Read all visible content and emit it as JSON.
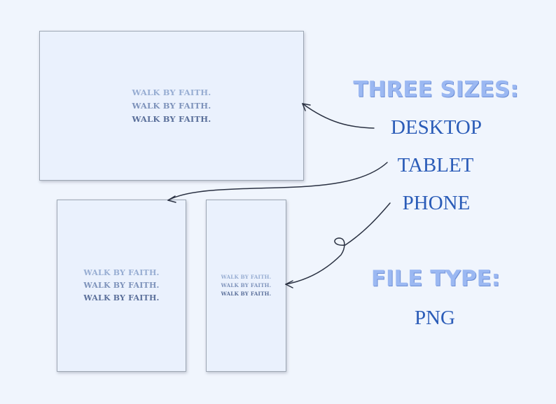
{
  "mockups": {
    "quote_line": "WALK BY FAITH."
  },
  "headings": {
    "sizes": "THREE SIZES:",
    "file_type": "FILE TYPE:"
  },
  "sizes": {
    "desktop": "DESKTOP",
    "tablet": "TABLET",
    "phone": "PHONE"
  },
  "file_type": {
    "value": "PNG"
  },
  "colors": {
    "background": "#f0f5fd",
    "card": "#eaf1fd",
    "heading": "#9bb8f2",
    "item_text": "#2b5cb8",
    "arrow": "#2a3142"
  }
}
